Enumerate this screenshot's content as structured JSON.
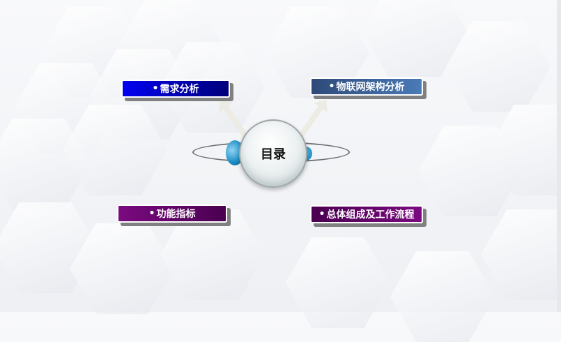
{
  "slide": {
    "center_label": "目录",
    "items": [
      {
        "label": "需求分析",
        "bullet": "•",
        "color_from": "#0000f0",
        "color_to": "#00007a"
      },
      {
        "label": "物联网架构分析",
        "bullet": "•",
        "color_from": "#2e4a78",
        "color_to": "#4a7ab8"
      },
      {
        "label": "功能指标",
        "bullet": "•",
        "color_from": "#7a0a80",
        "color_to": "#4a0050"
      },
      {
        "label": "总体组成及工作流程",
        "bullet": "•",
        "color_from": "#4a0050",
        "color_to": "#7a0a80"
      }
    ]
  },
  "colors": {
    "ring": "#707070",
    "accent_blue": "#1f8fc7",
    "arrow": "#ecece4"
  }
}
